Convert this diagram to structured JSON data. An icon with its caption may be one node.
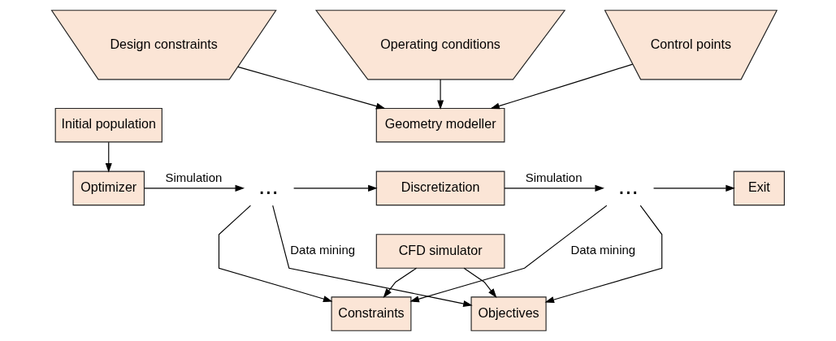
{
  "diagram": {
    "nodes": [
      {
        "text": [
          "Design constraints"
        ]
      },
      {
        "text": [
          "Operating conditions"
        ]
      },
      {
        "text": [
          "Control points"
        ]
      },
      {
        "text": [
          "Initial population"
        ]
      },
      {
        "text": [
          "Optimizer"
        ]
      },
      {
        "text": [
          "..."
        ]
      },
      {
        "text": [
          "Geometry modeller"
        ]
      },
      {
        "text": [
          "Discretization"
        ]
      },
      {
        "text": [
          "CFD simulator"
        ]
      },
      {
        "text": [
          "..."
        ]
      },
      {
        "text": [
          "Exit"
        ]
      },
      {
        "text": [
          "Objectives"
        ]
      },
      {
        "text": [
          "Constraints"
        ]
      }
    ],
    "edges": [
      {
        "from": 0,
        "to": 6,
        "arrow": "to"
      },
      {
        "from": 1,
        "to": 6,
        "arrow": "to"
      },
      {
        "from": 2,
        "to": 6,
        "arrow": "to"
      },
      {
        "from": 3,
        "to": 4,
        "arrow": "to"
      },
      {
        "from": 4,
        "to": 5,
        "arrow": "to",
        "label": "Simulation"
      },
      {
        "from": 5,
        "to": 7,
        "arrow": "to"
      },
      {
        "from": 7,
        "to": 9,
        "arrow": "to",
        "label": "Simulation"
      },
      {
        "from": 9,
        "to": 10,
        "arrow": "to"
      },
      {
        "from": 5,
        "to": 11,
        "arrow": "to",
        "label": "Data mining"
      },
      {
        "from": 8,
        "to": 11,
        "arrow": "to"
      },
      {
        "from": 9,
        "to": 11,
        "arrow": "to"
      },
      {
        "from": 5,
        "to": 12,
        "arrow": "to"
      },
      {
        "from": 8,
        "to": 12,
        "arrow": "to"
      },
      {
        "from": 9,
        "to": 12,
        "arrow": "to",
        "label": "Data mining"
      }
    ]
  }
}
